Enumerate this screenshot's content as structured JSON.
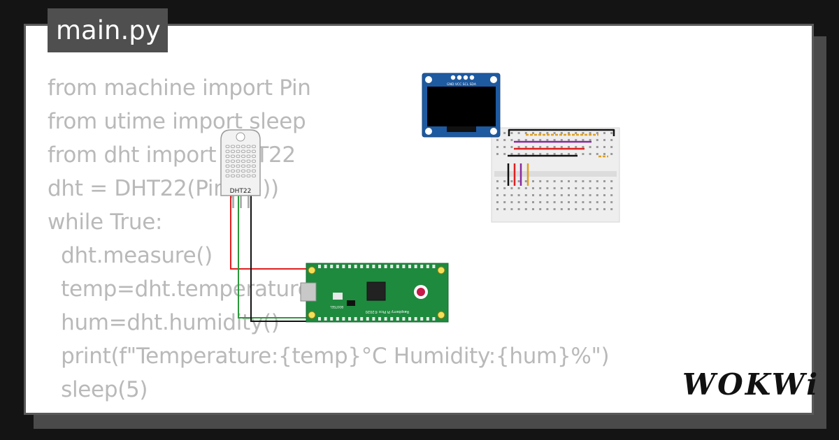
{
  "file_tab": {
    "label": "main.py"
  },
  "code": {
    "lines": [
      "from machine import Pin",
      "from utime import sleep",
      "from dht import DHT22",
      "dht = DHT22(Pin(15))",
      "while True:",
      "  dht.measure()",
      "  temp=dht.temperature()",
      "  hum=dht.humidity()",
      "  print(f\"Temperature:{temp}°C Humidity:{hum}%\")",
      "  sleep(5)"
    ]
  },
  "components": {
    "dht22_label": "DHT22",
    "oled_pins_label": "GND VCC SCL SDA",
    "pico_brand": "Raspberry Pi Pico ©2020",
    "pico_bootsel": "BOOTSEL"
  },
  "logo": {
    "text": "WOKWi"
  },
  "colors": {
    "background": "#141414",
    "card": "#ffffff",
    "tab": "#4f4f4f",
    "code_text": "#b9b9b9",
    "pcb_green": "#1e8a3e",
    "oled_blue": "#1e5aa0",
    "wire_red": "#e02020",
    "wire_black": "#111111",
    "wire_green": "#2a9a3a",
    "wire_purple": "#8a2aa0",
    "wire_orange": "#e0a020"
  }
}
